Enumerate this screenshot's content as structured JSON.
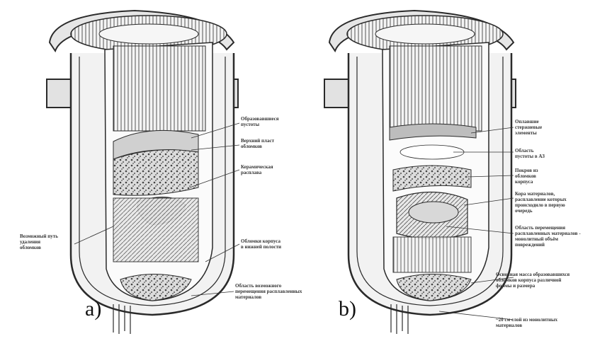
{
  "panels": [
    {
      "letter": "a)",
      "labels": [
        "Образовавшиеся\nпустоты",
        "Верхний пласт\nобломков",
        "Керамическая\nрасплава",
        "Возможный путь\nудаления\nобломков",
        "Обломки корпуса\nв нижней полости",
        "Область возможного\nперемещения расплавленных\nматериалов"
      ]
    },
    {
      "letter": "b)",
      "labels": [
        "Оплавшие\nстержневые\nэлементы",
        "Область\nпустоты в АЗ",
        "Покров из\nобломков\nкорпуса",
        "Кора материалов,\nрасплавление которых\nпроисходило в первую\nочередь",
        "Область перемещения\nрасплавленных материалов -\nмонолитный объём\nповреждений",
        "Основная масса образовавшихся\nобломков корпуса различной\nформы и размера",
        "~20 см слой из монолитных\nматериалов"
      ]
    }
  ],
  "colors": {
    "ink": "#2a2a2a",
    "fill_light": "#ececec",
    "fill_mid": "#c8c8c8",
    "fill_dark": "#9a9a9a"
  }
}
